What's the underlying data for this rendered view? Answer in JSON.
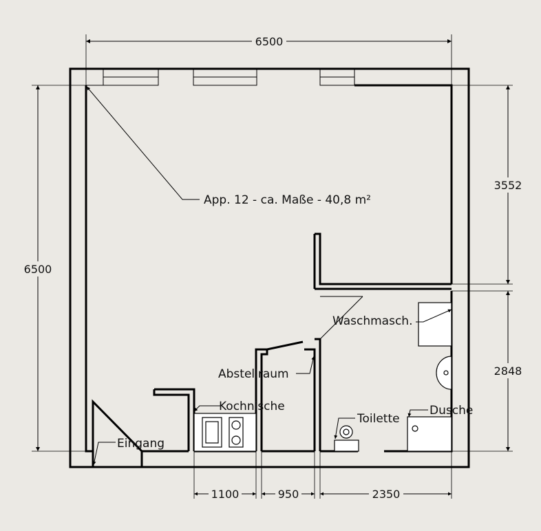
{
  "plan": {
    "title_label": "App. 12 - ca. Maße - 40,8 m²",
    "labels": {
      "waschmaschine": "Waschmasch.",
      "abstellraum": "Abstellraum",
      "kochnische": "Kochnische",
      "toilette": "Toilette",
      "dusche": "Dusche",
      "eingang": "Eingang"
    },
    "dimensions": {
      "top_width": "6500",
      "left_height": "6500",
      "right_upper": "3552",
      "right_lower": "2848",
      "bottom_kitchen": "1100",
      "bottom_storage": "950",
      "bottom_bath": "2350"
    }
  }
}
